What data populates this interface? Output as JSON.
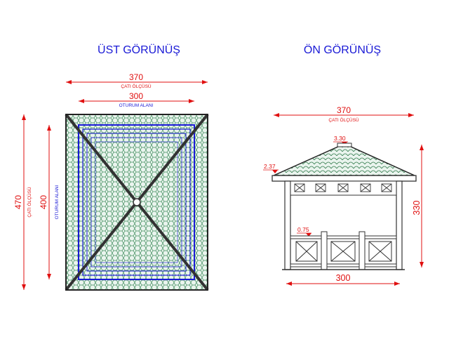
{
  "top_view": {
    "title": "ÜST GÖRÜNÜŞ",
    "roof_width": "370",
    "roof_label": "ÇATI ÖLÇÜSÜ",
    "seating_width": "300",
    "seating_label": "OTURUM ALANI",
    "roof_height": "470",
    "roof_height_label": "ÇATI ÖLÇÜSÜ",
    "seating_height": "400",
    "seating_height_label": "OTURUM ALANI"
  },
  "front_view": {
    "title": "ÖN GÖRÜNÜŞ",
    "roof_width": "370",
    "roof_label": "ÇATI ÖLÇÜSÜ",
    "ridge_level": "3.30",
    "eave_level": "2.37",
    "rail_level": "0.75",
    "total_height": "330",
    "base_width": "300"
  },
  "colors": {
    "dimension": "#e01010",
    "title": "#1a1ad6",
    "roof_tile": "#2f7a4a",
    "roof_fill": "#e9f3ec",
    "structure": "#333333"
  }
}
